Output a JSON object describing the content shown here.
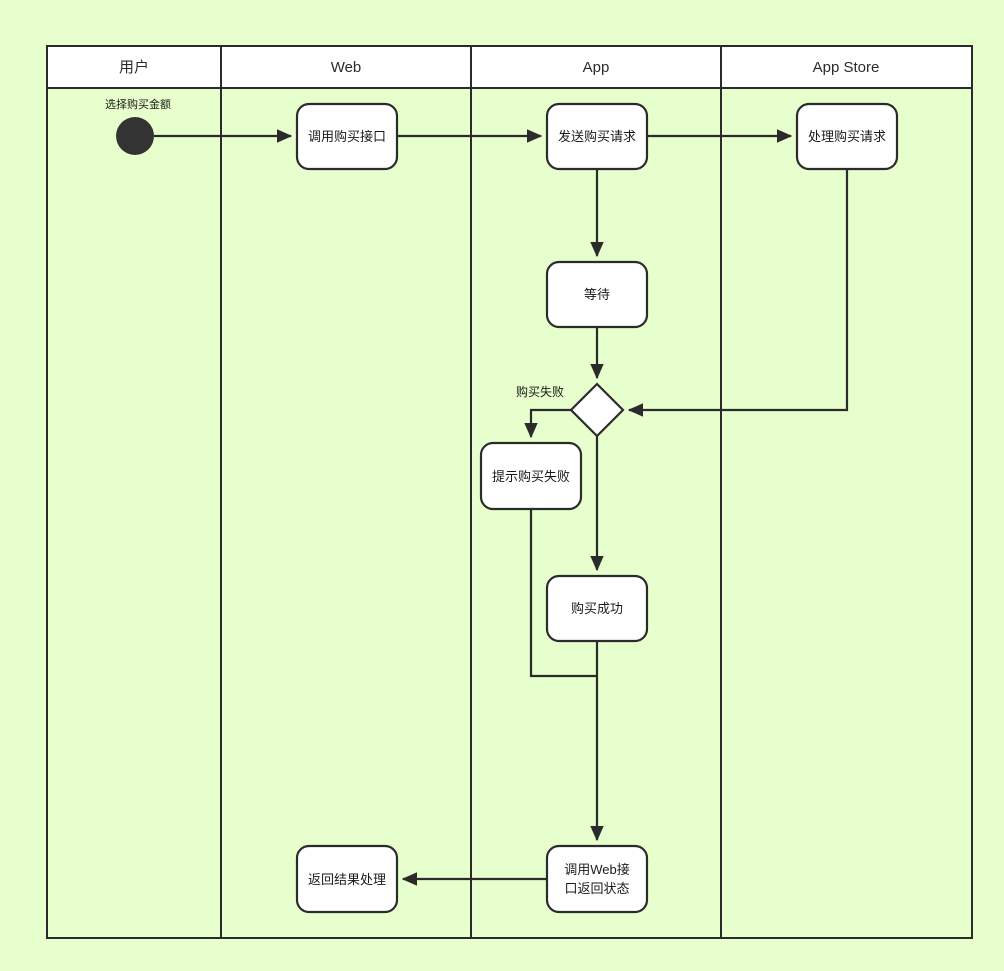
{
  "diagram": {
    "type": "uml-activity-swimlane",
    "background_color": "#e6ffcc",
    "line_color": "#2b2b2b",
    "node_fill": "#ffffff",
    "lanes": [
      {
        "id": "user",
        "title": "用户"
      },
      {
        "id": "web",
        "title": "Web"
      },
      {
        "id": "app",
        "title": "App"
      },
      {
        "id": "app_store",
        "title": "App Store"
      }
    ],
    "nodes": [
      {
        "id": "start",
        "lane": "user",
        "shape": "initial-node",
        "label": ""
      },
      {
        "id": "call_buy_api",
        "lane": "web",
        "shape": "activity",
        "label": "调用购买接口"
      },
      {
        "id": "send_buy_req",
        "lane": "app",
        "shape": "activity",
        "label": "发送购买请求"
      },
      {
        "id": "handle_buy_req",
        "lane": "app_store",
        "shape": "activity",
        "label": "处理购买请求"
      },
      {
        "id": "wait",
        "lane": "app",
        "shape": "activity",
        "label": "等待"
      },
      {
        "id": "decision",
        "lane": "app",
        "shape": "decision",
        "label": ""
      },
      {
        "id": "notify_fail",
        "lane": "app",
        "shape": "activity",
        "label": "提示购买失败"
      },
      {
        "id": "buy_success",
        "lane": "app",
        "shape": "activity",
        "label": "购买成功"
      },
      {
        "id": "call_web_return",
        "lane": "app",
        "shape": "activity",
        "label_line1": "调用Web接",
        "label_line2": "口返回状态"
      },
      {
        "id": "handle_result",
        "lane": "web",
        "shape": "activity",
        "label": "返回结果处理"
      }
    ],
    "edge_labels": {
      "start_note": "选择购买金额",
      "buy_failed": "购买失败"
    }
  }
}
